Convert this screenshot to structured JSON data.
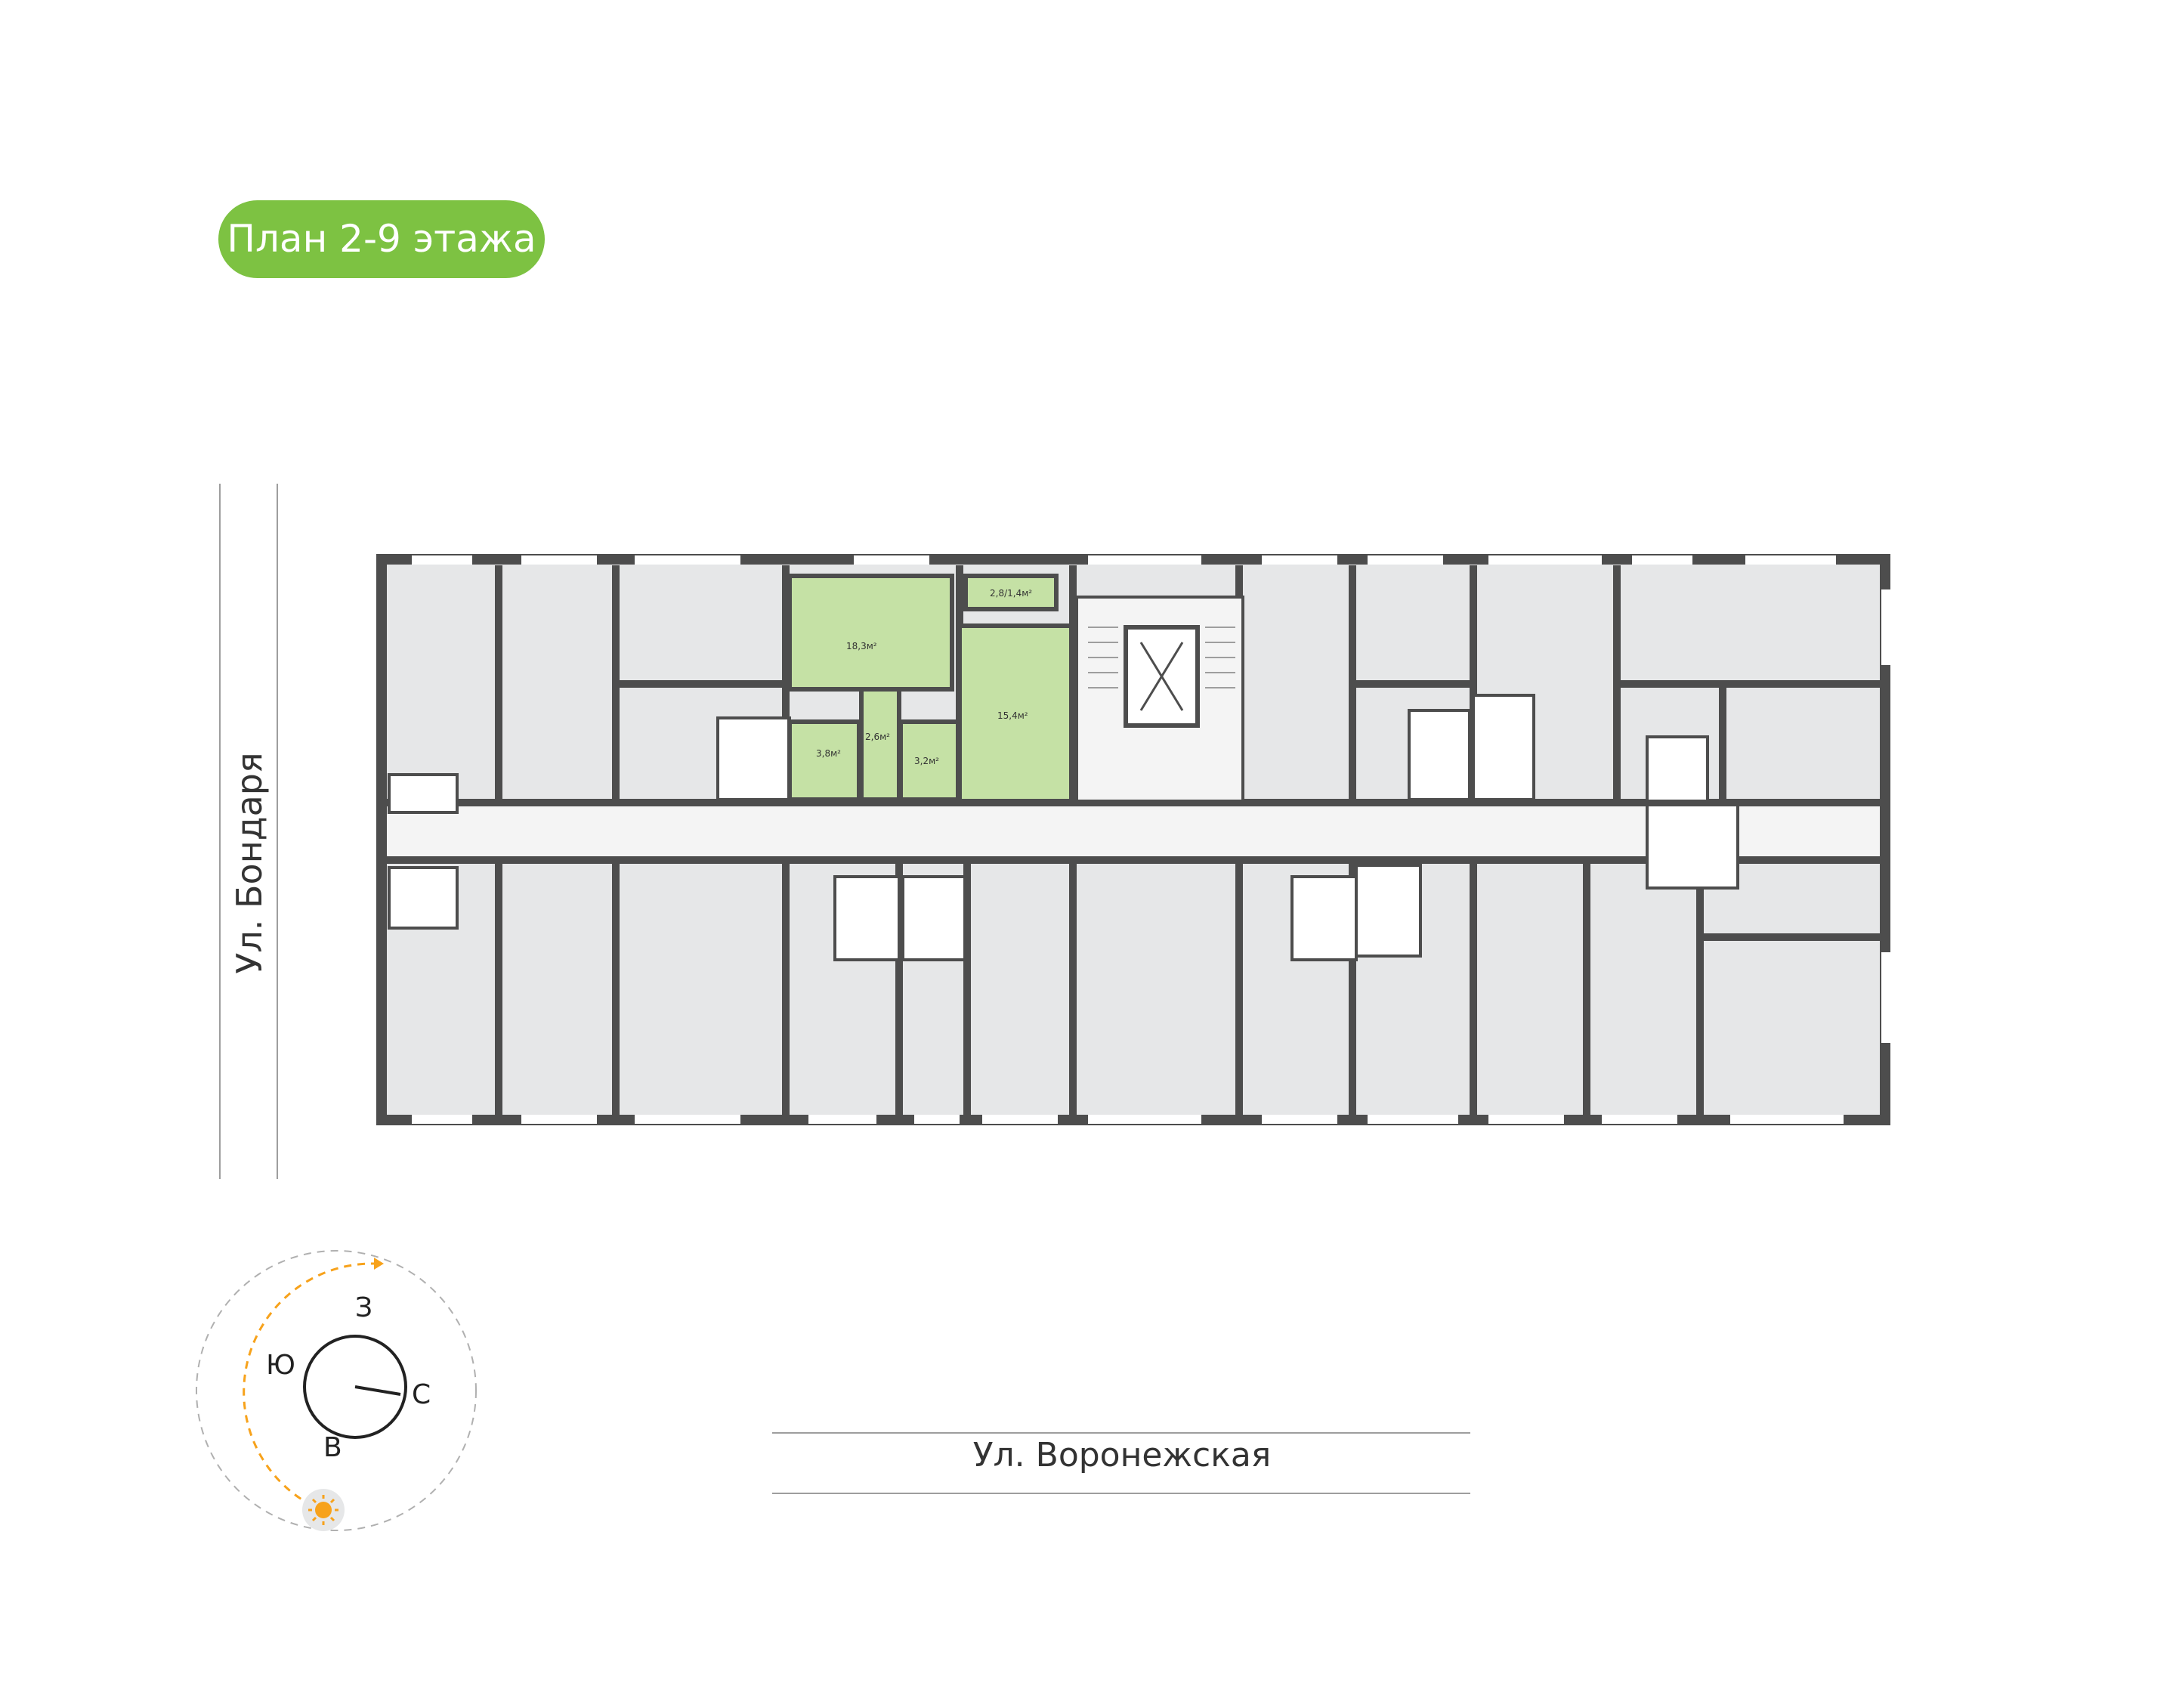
{
  "title": "План 2-9 этажа",
  "streets": {
    "left": "Ул. Бондаря",
    "bottom": "Ул. Воронежская"
  },
  "compass": {
    "north": "С",
    "south": "Ю",
    "west": "З",
    "east": "В",
    "sun_icon": "sun-icon"
  },
  "highlighted_apartment": {
    "rooms": [
      {
        "id": "living",
        "area": "18,3м²"
      },
      {
        "id": "bedroom",
        "area": "15,4м²"
      },
      {
        "id": "balcony",
        "area": "2,8/1,4м²"
      },
      {
        "id": "hall",
        "area": "2,6м²"
      },
      {
        "id": "bath",
        "area": "3,8м²"
      },
      {
        "id": "corridor",
        "area": "3,2м²"
      }
    ]
  },
  "colors": {
    "accent": "#7dc242",
    "highlight": "#c5e1a5",
    "wall": "#4d4d4d",
    "room": "#e6e7e8",
    "sun": "#f7a21b"
  }
}
